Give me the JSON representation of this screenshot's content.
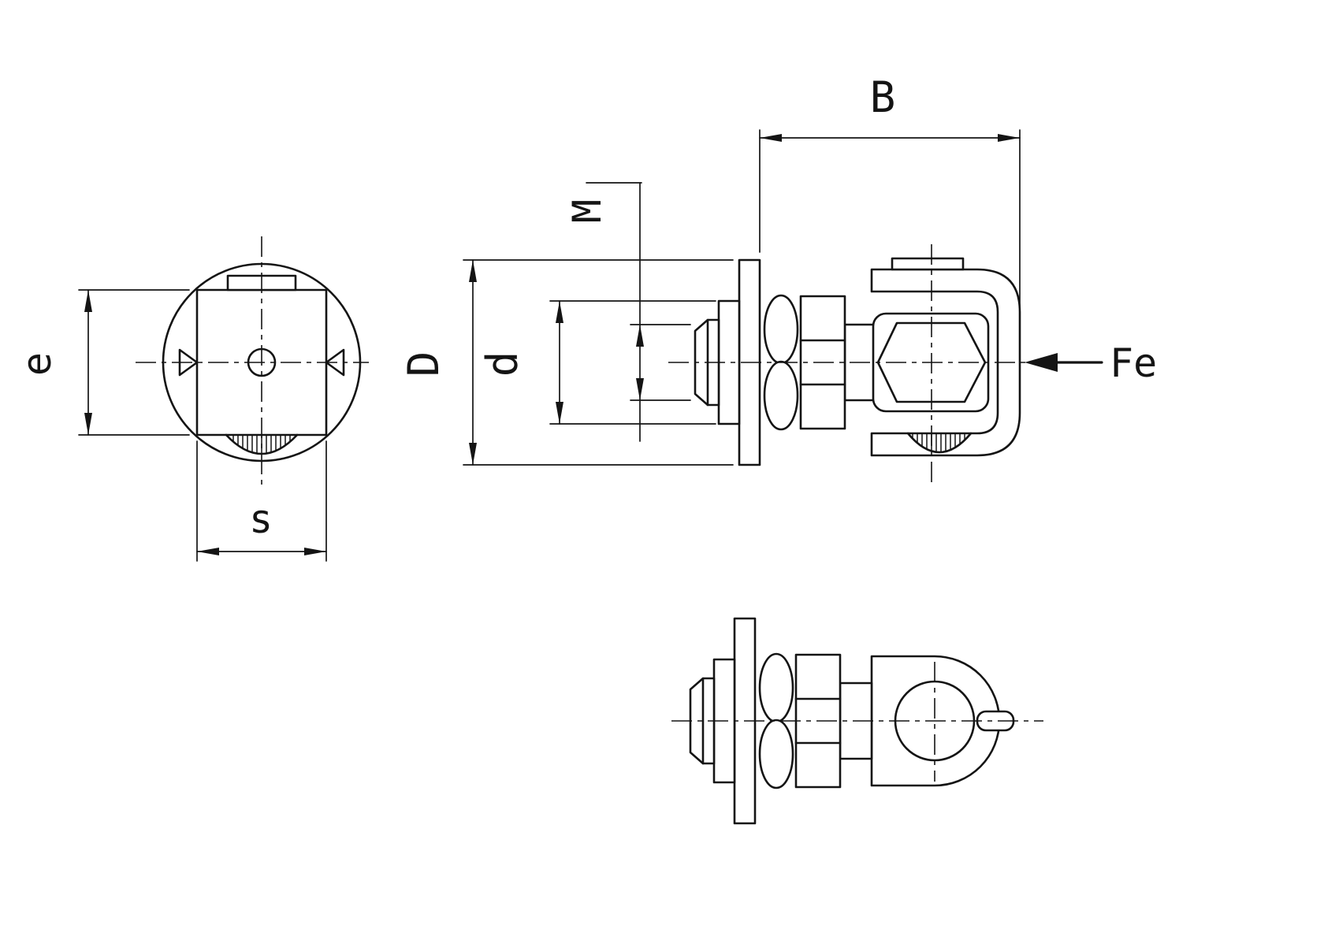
{
  "page": {
    "background": "#ffffff",
    "ink": "#141414"
  },
  "labels": {
    "e": "e",
    "s": "s",
    "D": "D",
    "d": "d",
    "M": "M",
    "B": "B",
    "Fe": "Fe"
  }
}
